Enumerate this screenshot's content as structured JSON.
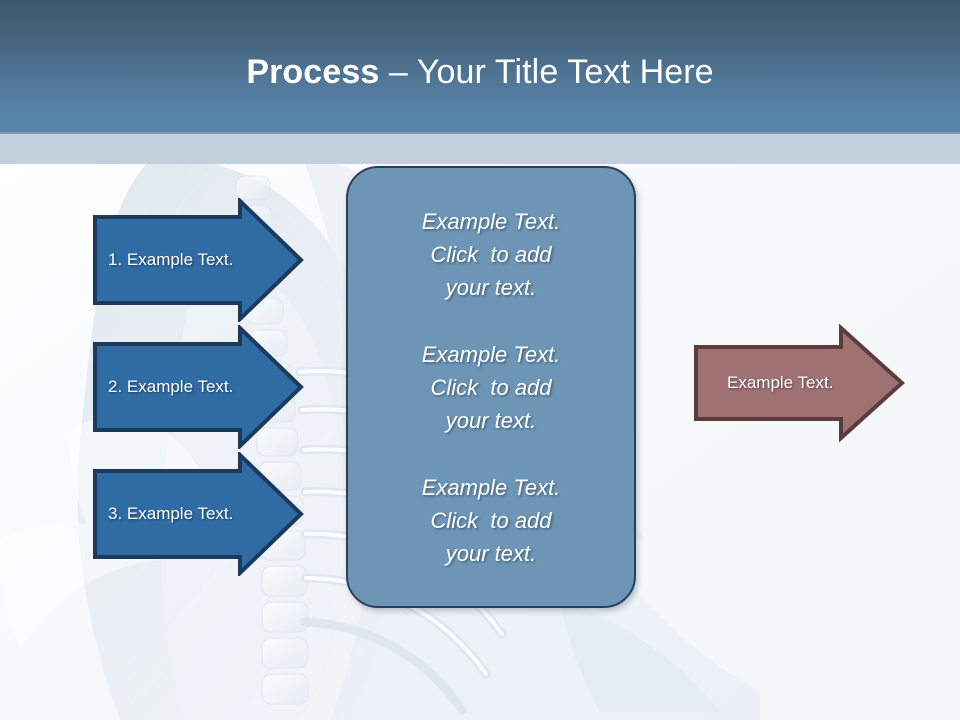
{
  "slide": {
    "title_bold": "Process",
    "title_rest": " – Your Title Text Here",
    "background_art": "xray-skeleton-watermark"
  },
  "colors": {
    "header_gradient_top": "#3c586f",
    "header_gradient_bottom": "#5c88b0",
    "header_strip": "#c3cfdd",
    "slide_background": "#f7f9fb",
    "arrow_blue_fill": "#2f6ca4",
    "arrow_blue_border": "#1b3a5c",
    "arrow_red_fill": "#9e7272",
    "arrow_red_border": "#5d3b3b",
    "center_box_fill": "#6d96b6",
    "center_box_border": "#2b3f57",
    "text_white": "#ffffff"
  },
  "steps": [
    {
      "label": "1. Example Text."
    },
    {
      "label": "2. Example Text."
    },
    {
      "label": "3. Example Text."
    }
  ],
  "center_box": {
    "blocks": [
      {
        "line1": "Example Text.",
        "line2": "Click  to add",
        "line3": "your text."
      },
      {
        "line1": "Example Text.",
        "line2": "Click  to add",
        "line3": "your text."
      },
      {
        "line1": "Example Text.",
        "line2": "Click  to add",
        "line3": "your text."
      }
    ]
  },
  "result": {
    "label": "Example Text."
  }
}
